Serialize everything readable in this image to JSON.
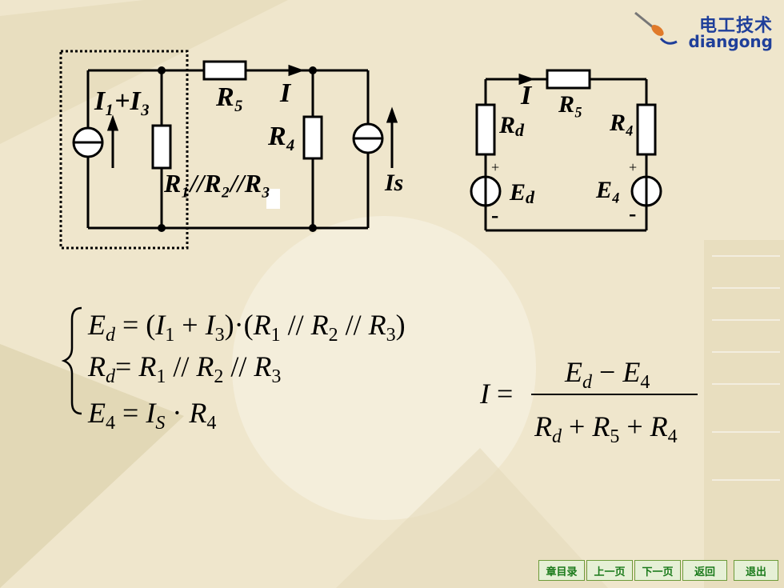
{
  "logo": {
    "cn": "电工技术",
    "en": "diangong"
  },
  "left_circuit": {
    "source_left": "I₁+I₃",
    "r5": "R₅",
    "current": "I",
    "r4": "R₄",
    "parallel": "R₁//R₂//R₃",
    "is": "Is"
  },
  "right_circuit": {
    "current": "I",
    "r5": "R₅",
    "rd": "R",
    "rd_sub": "d",
    "r4": "R₄",
    "ed": "E",
    "ed_sub": "d",
    "e4": "E₄",
    "plus": "+",
    "minus": "-"
  },
  "nav": {
    "chapter": "章目录",
    "prev": "上一页",
    "next": "下一页",
    "back": "返回",
    "exit": "退出"
  }
}
